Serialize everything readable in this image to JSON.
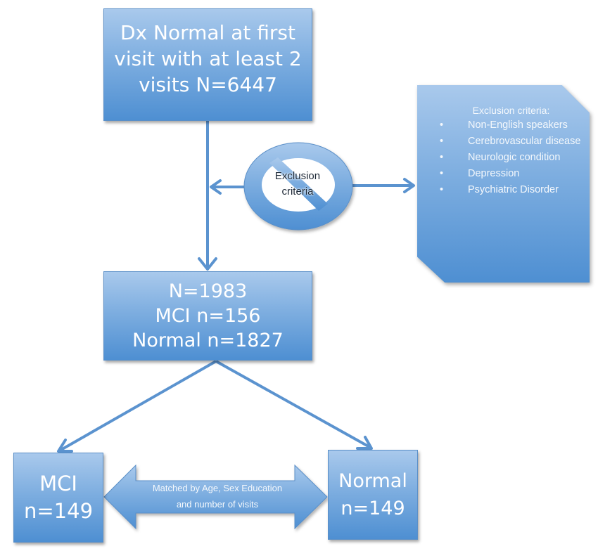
{
  "diagram": {
    "type": "flowchart",
    "colors": {
      "box_fill_top": "#a9c9ec",
      "box_fill_bottom": "#4e8fd2",
      "connector": "#5b93cf",
      "text_light": "#ffffff",
      "text_dark": "#1f2a38"
    },
    "top_box": {
      "lines": [
        "Dx Normal at first",
        "visit with at least 2",
        "visits N=6447"
      ]
    },
    "exclusion_symbol": {
      "icon": "prohibition-sign-icon",
      "lines": [
        "Exclusion",
        "criteria"
      ]
    },
    "exclusion_box": {
      "title": "Exclusion criteria:",
      "bullet": "•",
      "items": [
        "Non-English speakers",
        "Cerebrovascular disease",
        "Neurologic condition",
        "Depression",
        "Psychiatric Disorder"
      ]
    },
    "middle_box": {
      "lines": [
        "N=1983",
        "MCI n=156",
        "Normal n=1827"
      ]
    },
    "mci_box": {
      "lines": [
        "MCI",
        "n=149"
      ]
    },
    "normal_box": {
      "lines": [
        "Normal",
        "n=149"
      ]
    },
    "matching_arrow": {
      "lines": [
        "Matched by Age, Sex Education",
        "and number of visits"
      ]
    }
  }
}
